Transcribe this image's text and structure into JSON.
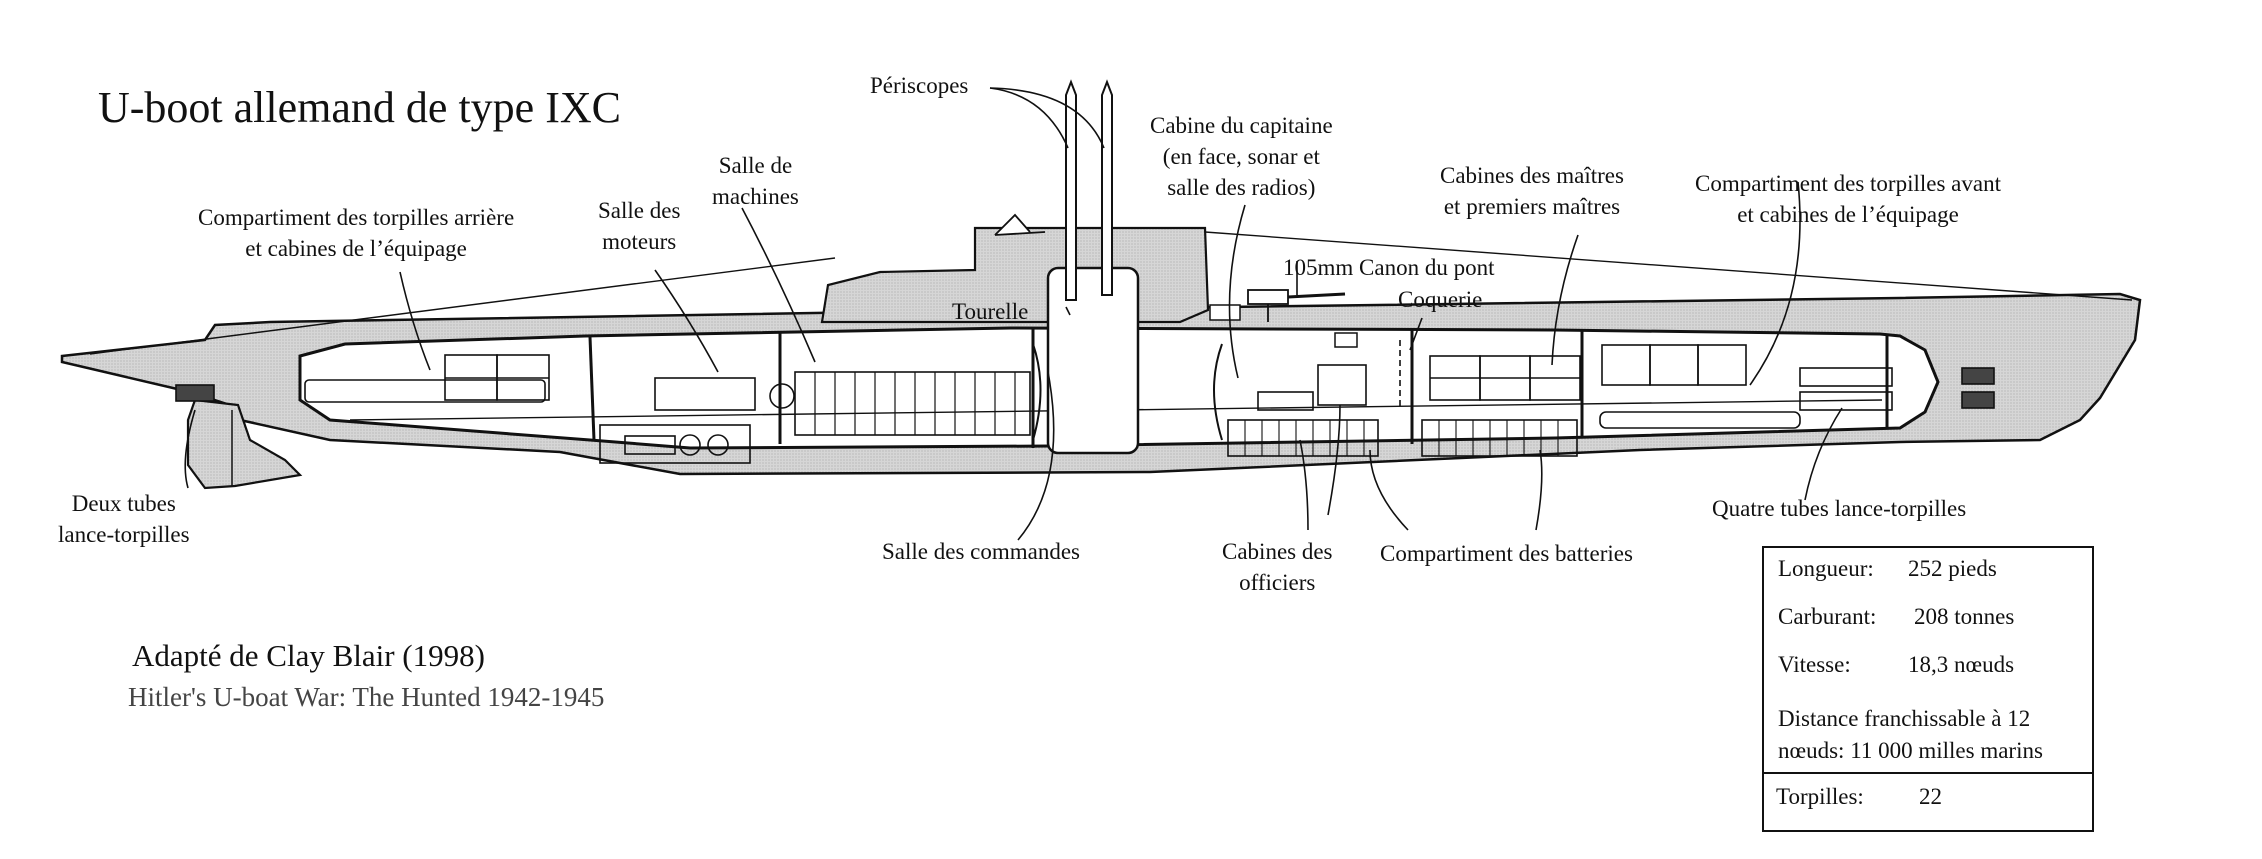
{
  "title": "U-boot allemand de type IXC",
  "credit": {
    "line1": "Adapté de Clay Blair (1998)",
    "line2": "Hitler's U-boat War: The Hunted 1942-1945"
  },
  "labels": {
    "periscopes": "Périscopes",
    "captain_cabin": [
      "Cabine du capitaine",
      "(en face, sonar et",
      "salle des radios)"
    ],
    "engine_room": [
      "Salle de",
      "machines"
    ],
    "motor_room": [
      "Salle des",
      "moteurs"
    ],
    "aft_torpedo": [
      "Compartiment des torpilles arrière",
      "et cabines de l’équipage"
    ],
    "petty_officers": [
      "Cabines des maîtres",
      "et premiers maîtres"
    ],
    "fwd_torpedo": [
      "Compartiment des torpilles avant",
      "et cabines de l’équipage"
    ],
    "deck_gun": "105mm Canon du pont",
    "galley": "Coquerie",
    "tower": "Tourelle",
    "aft_tubes": [
      "Deux tubes",
      "lance-torpilles"
    ],
    "control_room": "Salle des commandes",
    "officers": [
      "Cabines des",
      "officiers"
    ],
    "batteries": "Compartiment des batteries",
    "fwd_tubes": "Quatre tubes lance-torpilles"
  },
  "specs": {
    "length": {
      "label": "Longueur:",
      "value": "252 pieds"
    },
    "fuel": {
      "label": "Carburant:",
      "value": "208 tonnes"
    },
    "speed": {
      "label": "Vitesse:",
      "value": "18,3 nœuds"
    },
    "range": [
      "Distance franchissable à 12",
      "nœuds: 11 000 milles marins"
    ],
    "torpedoes": {
      "label": "Torpilles:",
      "value": "22"
    }
  }
}
